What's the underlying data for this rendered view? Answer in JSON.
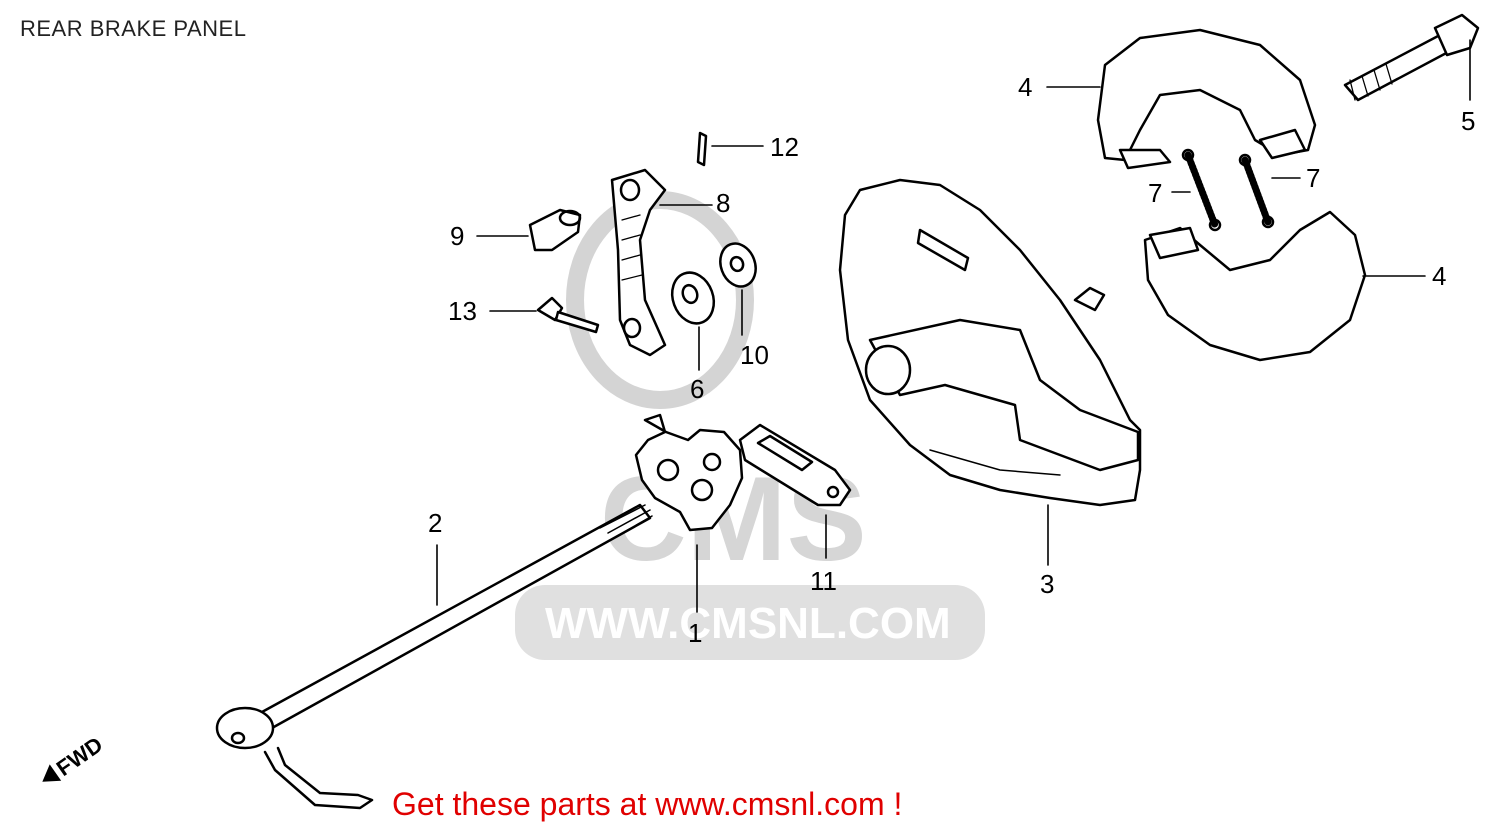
{
  "page": {
    "title": "REAR BRAKE PANEL",
    "promo": "Get these parts at www.cmsnl.com !"
  },
  "watermark": {
    "logo_text": "CMS",
    "url_text": "WWW.CMSNL.COM"
  },
  "direction_marker": "FWD",
  "callouts": [
    "1",
    "2",
    "3",
    "4",
    "4",
    "5",
    "6",
    "7",
    "7",
    "8",
    "9",
    "10",
    "11",
    "12",
    "13"
  ],
  "colors": {
    "line": "#000000",
    "watermark": "#d2d2d2",
    "promo": "#e00000"
  }
}
